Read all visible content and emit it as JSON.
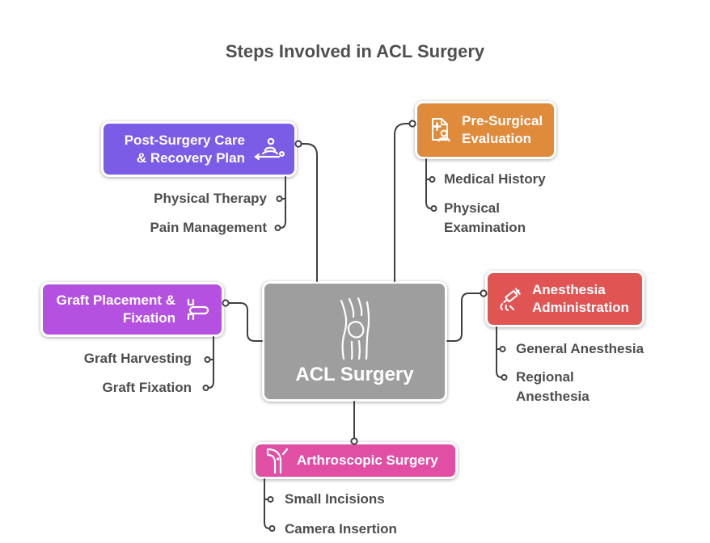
{
  "title": "Steps Involved in ACL Surgery",
  "center": {
    "label": "ACL Surgery",
    "icon": "knee-joint-icon",
    "color": "#9E9E9E"
  },
  "branches": [
    {
      "label": "Pre-Surgical Evaluation",
      "icon": "medical-record-patient-icon",
      "color": "#E08A3C",
      "children": [
        "Medical History",
        "Physical Examination"
      ]
    },
    {
      "label": "Anesthesia Administration",
      "icon": "syringe-icon",
      "color": "#E05454",
      "children": [
        "General Anesthesia",
        "Regional Anesthesia"
      ]
    },
    {
      "label": "Arthroscopic Surgery",
      "icon": "knee-arthroscope-icon",
      "color": "#E04FA4",
      "children": [
        "Small Incisions",
        "Camera Insertion"
      ]
    },
    {
      "label": "Graft Placement & Fixation",
      "icon": "interference-screw-icon",
      "color": "#B451E0",
      "children": [
        "Graft Harvesting",
        "Graft Fixation"
      ]
    },
    {
      "label": "Post-Surgery Care & Recovery Plan",
      "icon": "physical-therapy-icon",
      "color": "#7B5CE6",
      "children": [
        "Physical Therapy",
        "Pain Management"
      ]
    }
  ],
  "style": {
    "background": "#FFFFFF",
    "connector_color": "#404040",
    "node_text_color": "#FFFFFF",
    "sub_item_text_color": "#4D4D4D",
    "title_color": "#4F4F4F"
  }
}
